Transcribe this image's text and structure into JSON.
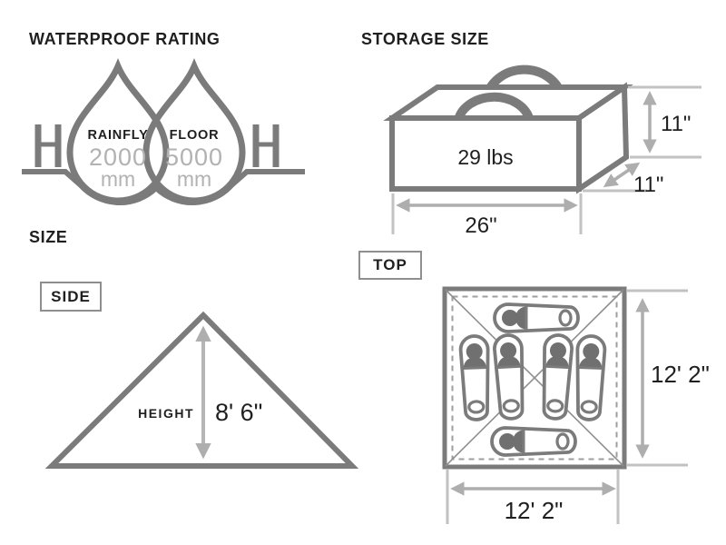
{
  "waterproof": {
    "title": "WATERPROOF RATING",
    "drops": [
      {
        "label": "RAINFLY",
        "value": "2000",
        "unit": "mm"
      },
      {
        "label": "FLOOR",
        "value": "5000",
        "unit": "mm"
      }
    ]
  },
  "storage": {
    "title": "STORAGE SIZE",
    "weight": "29 lbs",
    "dims": {
      "height": "11\"",
      "depth": "11\"",
      "width": "26\""
    }
  },
  "size": {
    "title": "SIZE",
    "side_label": "SIDE",
    "top_label": "TOP",
    "side": {
      "height_label": "HEIGHT",
      "height_value": "8' 6\""
    },
    "top": {
      "width_value": "12' 2\"",
      "height_value": "12' 2\"",
      "capacity_bags": 6
    }
  },
  "colors": {
    "line": "#7b7b7b",
    "light": "#aeaeae",
    "text": "#1f1f1f",
    "muted": "#b2b2b2"
  }
}
